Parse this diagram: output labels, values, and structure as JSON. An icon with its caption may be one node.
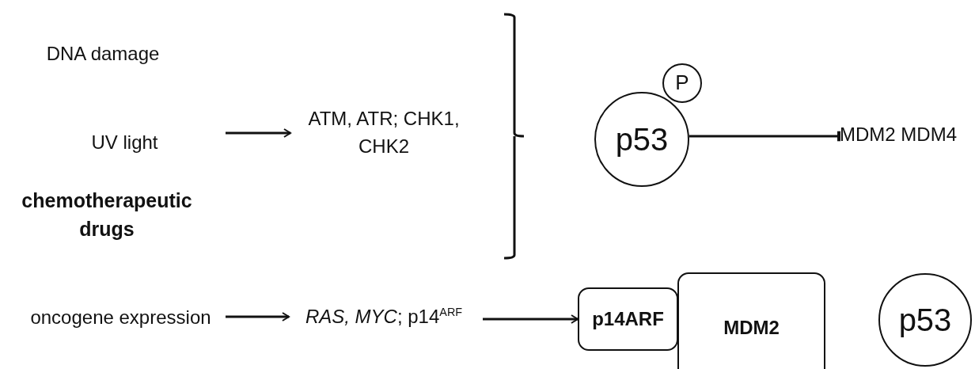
{
  "diagram": {
    "nodes": [
      {
        "text": [
          "DNA damage"
        ]
      },
      {
        "text": [
          "UV light"
        ]
      },
      {
        "text": [
          "chemotherapeutic drugs"
        ]
      },
      {
        "text": [
          "ATM, ATR; CHK1, CHK2"
        ]
      },
      {
        "text": [
          "p53"
        ]
      },
      {
        "text": [
          "P"
        ]
      },
      {
        "text": [
          "MDM2 MDM4"
        ]
      },
      {
        "text": [
          "oncogene expression"
        ]
      },
      {
        "text": [
          "*RAS, MYC*; p14$^{ARF}$"
        ]
      },
      {
        "text": [
          "p14ARF"
        ]
      },
      {
        "text": [
          "MDM2"
        ]
      },
      {
        "text": [
          "p53"
        ]
      }
    ],
    "edges": [
      {
        "from": 1,
        "to": 3,
        "arrow": "to"
      },
      {
        "from": 4,
        "to": 6,
        "arrow": "other"
      },
      {
        "from": 7,
        "to": 8,
        "arrow": "to"
      },
      {
        "from": 8,
        "to": 9,
        "arrow": "to"
      }
    ]
  }
}
